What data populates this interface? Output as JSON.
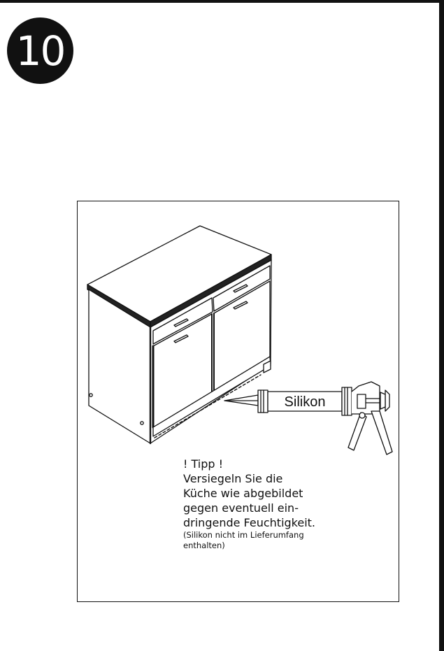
{
  "step": {
    "number": "10"
  },
  "tip": {
    "title": "! Tipp !",
    "lines": [
      "Versiegeln Sie die",
      "Küche wie abgebildet",
      "gegen eventuell ein-",
      "dringende Feuchtigkeit."
    ],
    "note_lines": [
      "(Silikon nicht im Lieferumfang",
      "enthalten)"
    ]
  },
  "illustration": {
    "cartridge_label": "Silikon"
  }
}
